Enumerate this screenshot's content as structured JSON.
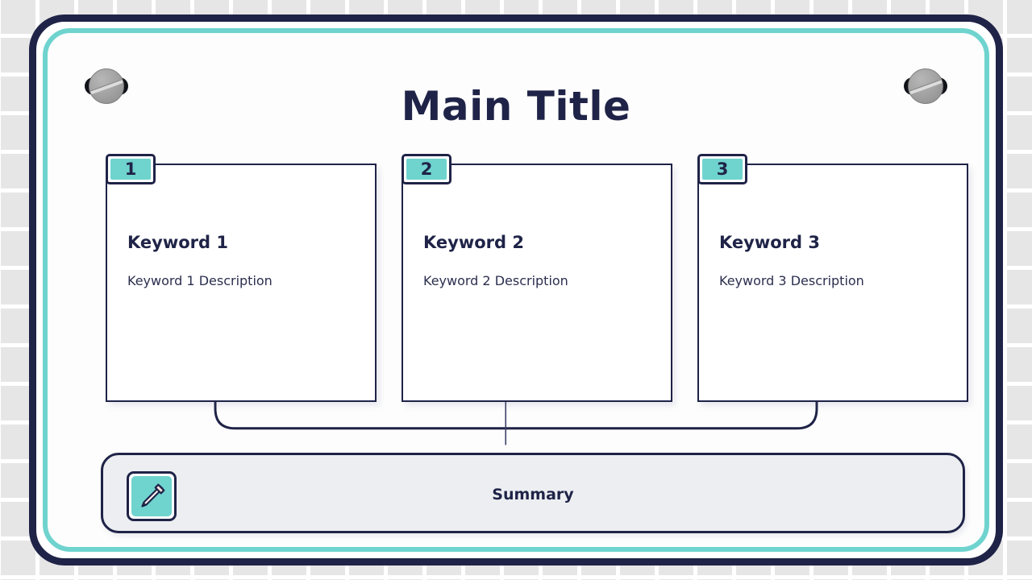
{
  "theme": {
    "navy": "#1f2347",
    "teal": "#6fd3ce",
    "panel_gray": "#eceef1",
    "background_tile": "#e6e6e6"
  },
  "frame": {
    "screw_left_name": "screw-left",
    "screw_right_name": "screw-right"
  },
  "header": {
    "title": "Main Title"
  },
  "cards": [
    {
      "number": "1",
      "keyword": "Keyword 1",
      "description": "Keyword 1 Description"
    },
    {
      "number": "2",
      "keyword": "Keyword 2",
      "description": "Keyword 2 Description"
    },
    {
      "number": "3",
      "keyword": "Keyword 3",
      "description": "Keyword 3 Description"
    }
  ],
  "summary": {
    "label": "Summary",
    "icon": "pencil-icon"
  }
}
